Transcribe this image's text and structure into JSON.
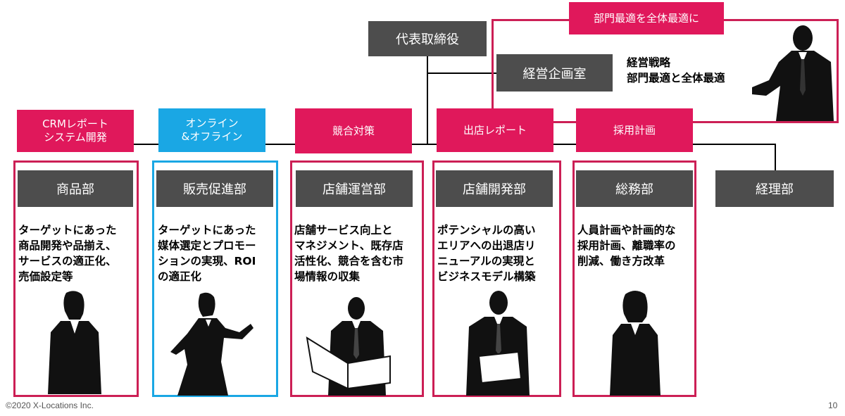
{
  "ceo": {
    "label": "代表取締役"
  },
  "planning": {
    "label": "経営企画室",
    "banner": "部門最適を全体最適に",
    "desc": [
      "経営戦略",
      "部門最適と全体最適"
    ]
  },
  "tags": [
    {
      "lines": [
        "CRMレポート",
        "システム開発"
      ]
    },
    {
      "lines": [
        "オンライン",
        "&オフライン"
      ]
    },
    {
      "lines": [
        "競合対策"
      ]
    },
    {
      "lines": [
        "出店レポート"
      ]
    },
    {
      "lines": [
        "採用計画"
      ]
    }
  ],
  "departments": [
    {
      "name": "商品部",
      "desc": [
        "ターゲットにあった",
        "商品開発や品揃え、",
        "サービスの適正化、",
        "売価設定等"
      ]
    },
    {
      "name": "販売促進部",
      "desc": [
        "ターゲットにあった",
        "媒体選定とプロモー",
        "ションの実現、ROI",
        "の適正化"
      ]
    },
    {
      "name": "店舗運営部",
      "desc": [
        "店舗サービス向上と",
        "マネジメント、既存店",
        "活性化、競合を含む市",
        "場情報の収集"
      ]
    },
    {
      "name": "店舗開発部",
      "desc": [
        "ポテンシャルの高い",
        "エリアへの出退店リ",
        "ニューアルの実現と",
        "ビジネスモデル構築"
      ]
    },
    {
      "name": "総務部",
      "desc": [
        "人員計画や計画的な",
        "採用計画、離職率の",
        "削減、働き方改革"
      ]
    },
    {
      "name": "経理部",
      "desc": []
    }
  ],
  "colors": {
    "pink": "#e0185b",
    "blue": "#1aa7e4",
    "grey": "#4d4d4d"
  },
  "footer": {
    "copyright": "©2020 X-Locations Inc.",
    "page": "10"
  }
}
